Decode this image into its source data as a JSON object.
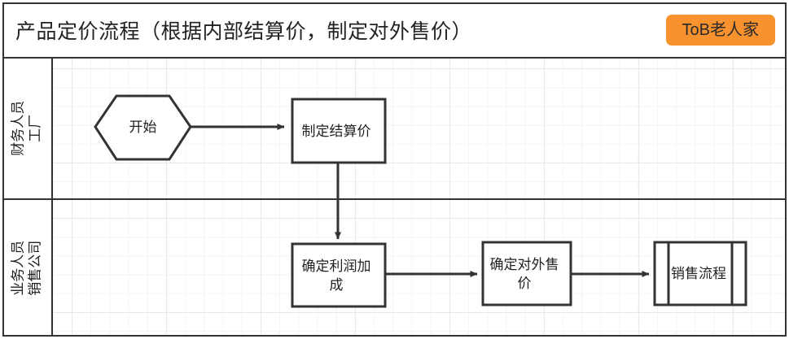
{
  "header": {
    "title": "产品定价流程（根据内部结算价，制定对外售价）",
    "badge_label": "ToB老人家",
    "badge_color": "#f7922e"
  },
  "diagram": {
    "stroke_color": "#333333",
    "background": "#ffffff",
    "grid_minor_color": "#f4f4f4",
    "grid_major_color": "#e9e9e9",
    "lanes": [
      {
        "id": "lane-factory-finance",
        "label_line1": "工厂",
        "label_line2": "财务人员"
      },
      {
        "id": "lane-sales-company",
        "label_line1": "销售公司",
        "label_line2": "业务人员"
      }
    ],
    "nodes": [
      {
        "id": "start",
        "shape": "hexagon",
        "label": "开始"
      },
      {
        "id": "set-settle-price",
        "shape": "process",
        "label": "制定结算价"
      },
      {
        "id": "set-markup",
        "shape": "process",
        "label": "确定利润加成"
      },
      {
        "id": "set-list-price",
        "shape": "process",
        "label": "确定对外售价"
      },
      {
        "id": "sales-process",
        "shape": "predefined-process",
        "label": "销售流程"
      }
    ],
    "edges": [
      {
        "from": "start",
        "to": "set-settle-price",
        "direction": "right"
      },
      {
        "from": "set-settle-price",
        "to": "set-markup",
        "direction": "down"
      },
      {
        "from": "set-markup",
        "to": "set-list-price",
        "direction": "right"
      },
      {
        "from": "set-list-price",
        "to": "sales-process",
        "direction": "right"
      }
    ]
  }
}
